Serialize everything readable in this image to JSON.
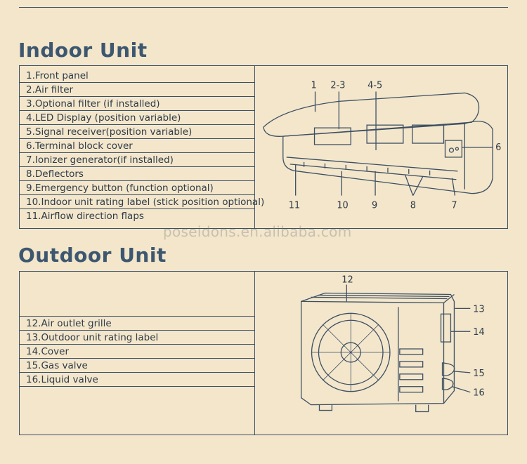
{
  "indoor": {
    "title": "Indoor Unit",
    "parts": [
      "1.Front panel",
      "2.Air filter",
      "3.Optional filter (if installed)",
      "4.LED Display (position variable)",
      "5.Signal receiver(position variable)",
      "6.Terminal block cover",
      "7.Ionizer generator(if installed)",
      "8.Deflectors",
      "9.Emergency button (function optional)",
      "10.Indoor unit rating label (stick position optional)",
      "11.Airflow direction flaps"
    ],
    "callouts": {
      "c1": "1",
      "c23": "2-3",
      "c45": "4-5",
      "c6": "6",
      "c11": "11",
      "c10": "10",
      "c9": "9",
      "c8": "8",
      "c7": "7"
    }
  },
  "outdoor": {
    "title": "Outdoor Unit",
    "parts": [
      "12.Air outlet grille",
      "13.Outdoor unit rating label",
      "14.Cover",
      "15.Gas valve",
      "16.Liquid valve"
    ],
    "callouts": {
      "c12": "12",
      "c13": "13",
      "c14": "14",
      "c15": "15",
      "c16": "16"
    }
  },
  "watermark": "poseidons.en.alibaba.com"
}
